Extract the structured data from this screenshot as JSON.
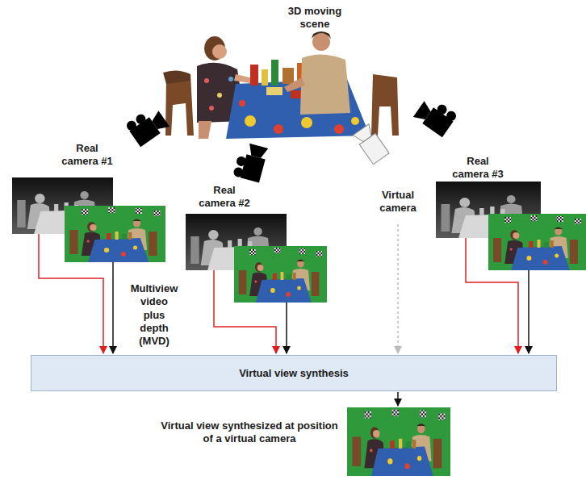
{
  "diagram": {
    "nodes": [
      {
        "text": [
          "Virtual view synthesis"
        ]
      }
    ],
    "labels": [
      "3D moving scene",
      "Real camera #1",
      "Real camera #2",
      "Multiview video plus depth (MVD)",
      "Virtual camera",
      "Real camera #3",
      "Virtual view synthesized at position of a virtual camera"
    ]
  }
}
